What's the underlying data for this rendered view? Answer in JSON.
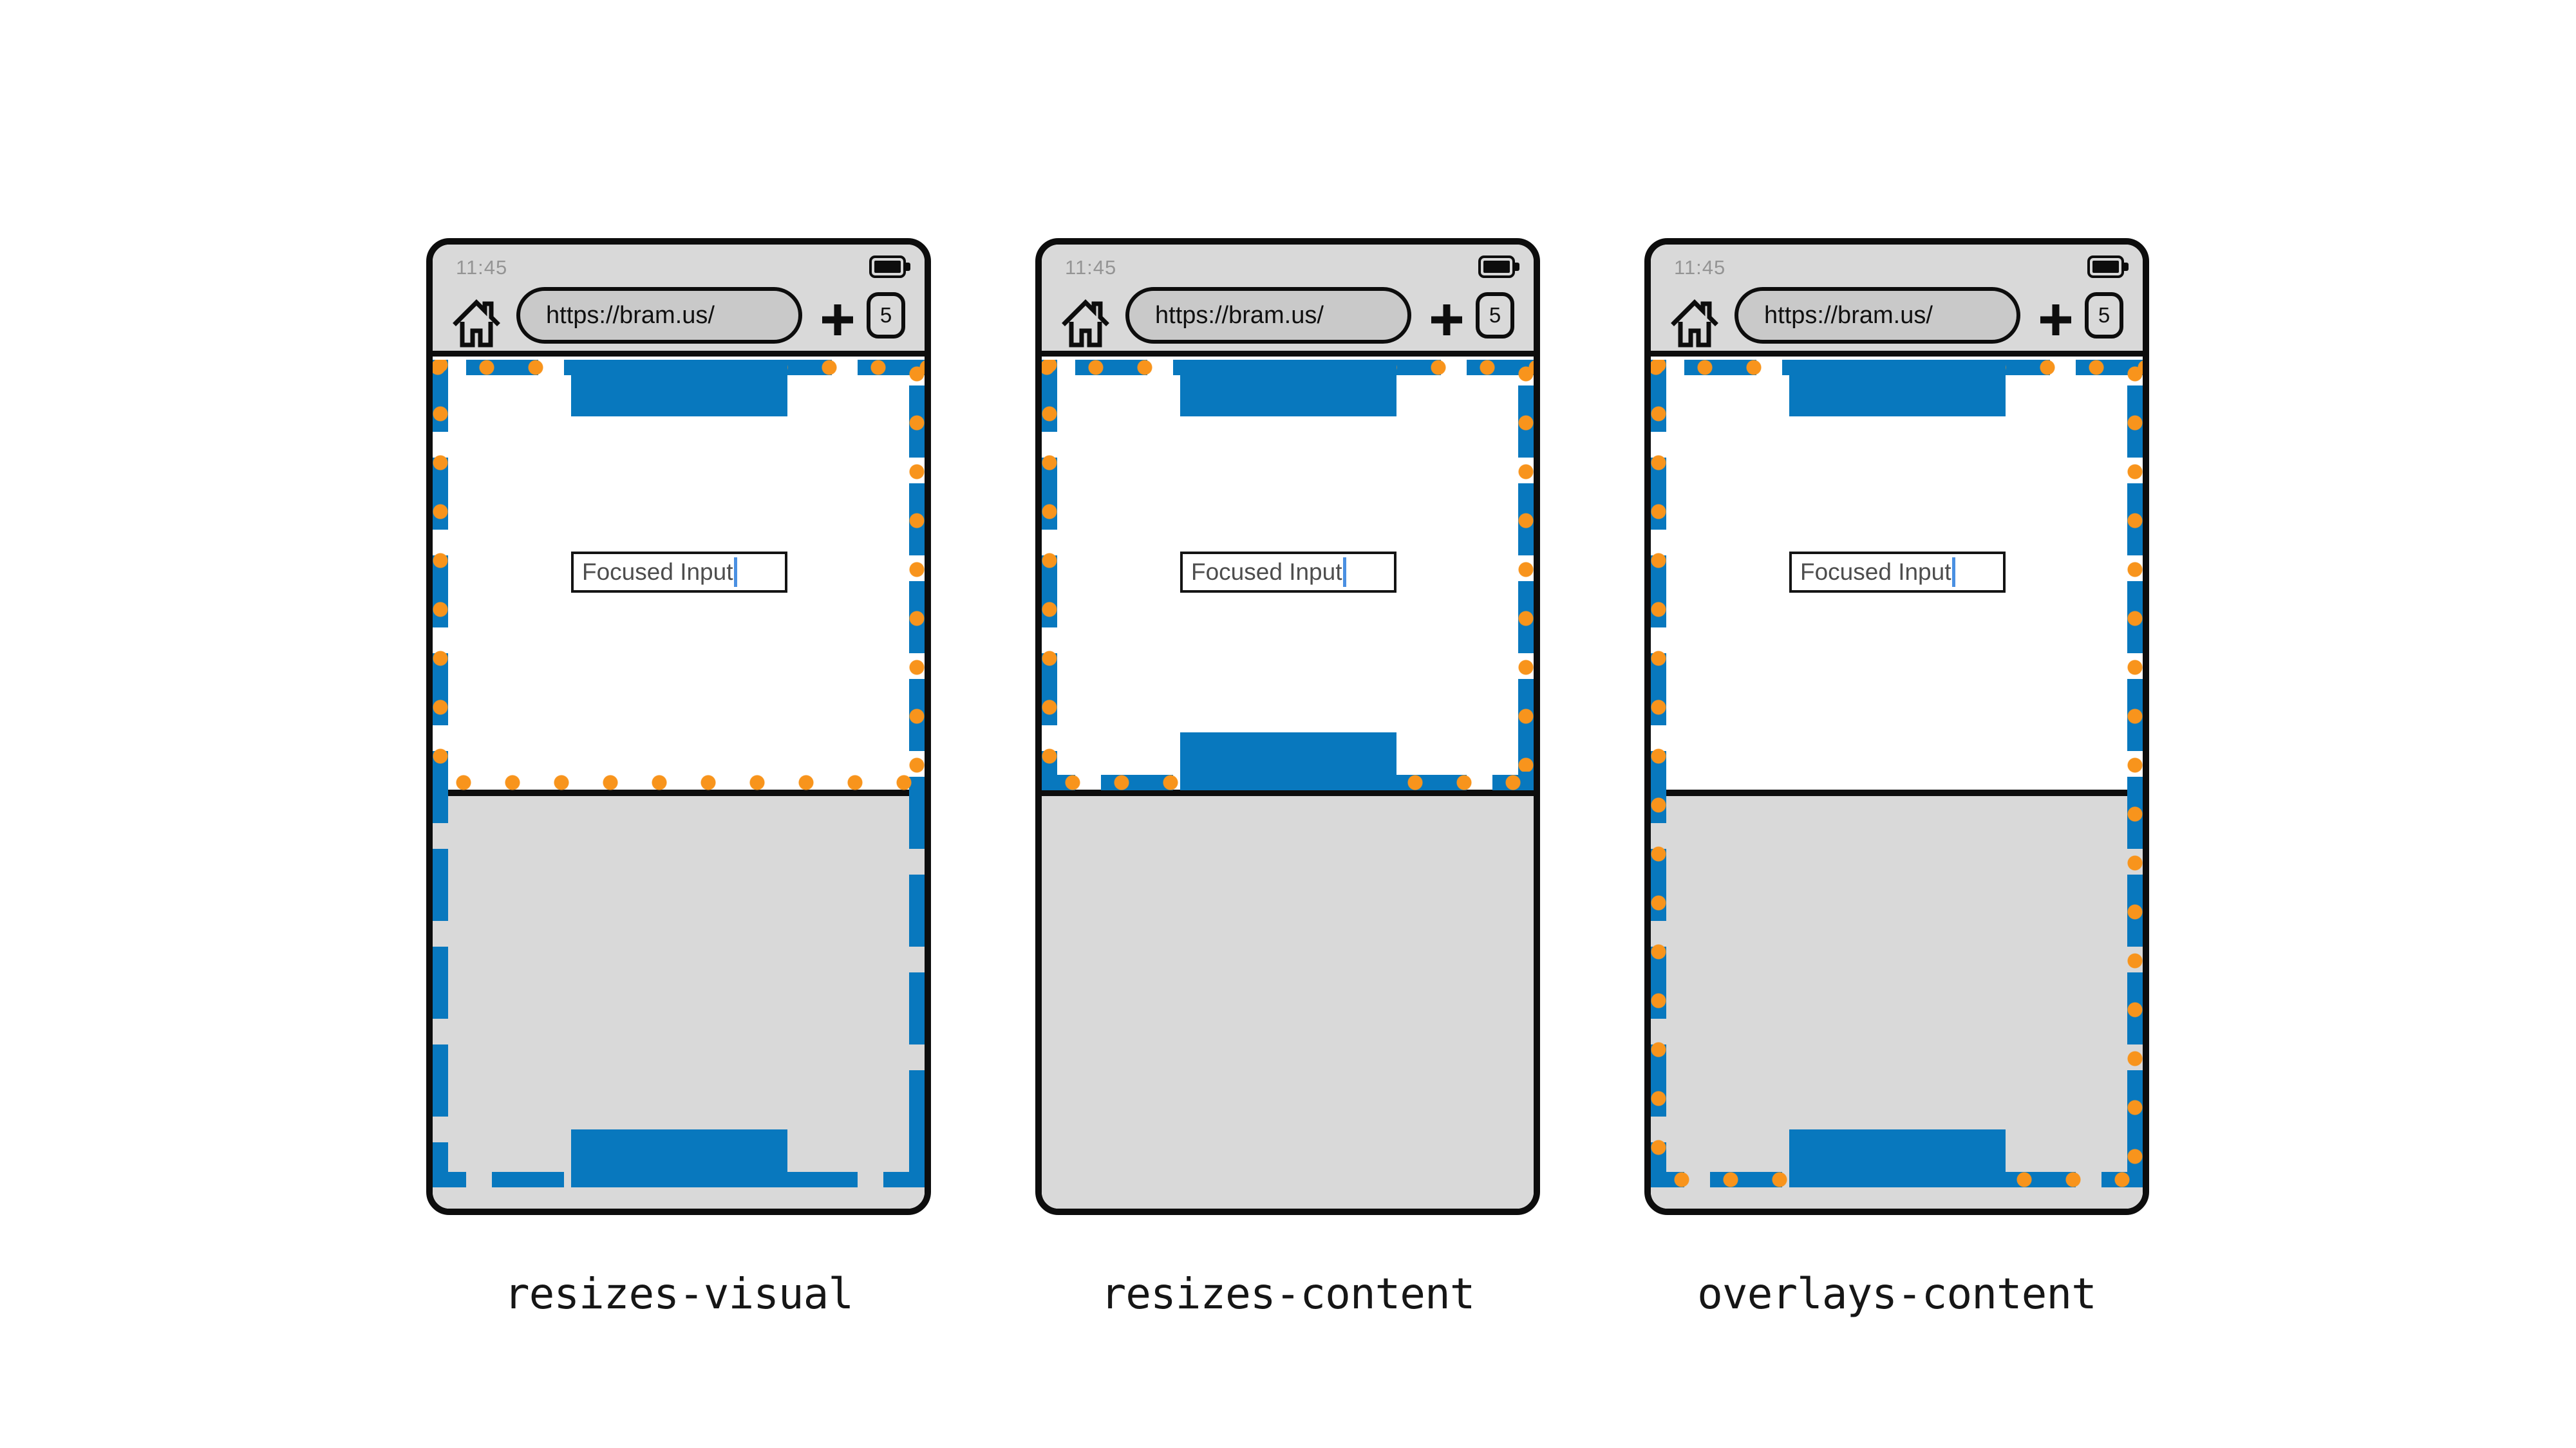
{
  "phones": [
    {
      "label": "resizes-visual",
      "status_bar": {
        "time": "11:45",
        "battery_icon": "battery-full-icon"
      },
      "browser_bar": {
        "home_icon": "home-icon",
        "url": "https://bram.us/",
        "new_tab_icon": "plus-icon",
        "tab_count": "5"
      },
      "page": {
        "focused_input_value": "Focused Input"
      },
      "keyboard_visible": true,
      "viewports": {
        "layout_viewport_border": "full-height-behind-keyboard",
        "visual_viewport_dots": "ends-above-keyboard"
      }
    },
    {
      "label": "resizes-content",
      "status_bar": {
        "time": "11:45",
        "battery_icon": "battery-full-icon"
      },
      "browser_bar": {
        "home_icon": "home-icon",
        "url": "https://bram.us/",
        "new_tab_icon": "plus-icon",
        "tab_count": "5"
      },
      "page": {
        "focused_input_value": "Focused Input"
      },
      "keyboard_visible": true,
      "viewports": {
        "layout_viewport_border": "ends-above-keyboard",
        "visual_viewport_dots": "ends-above-keyboard"
      }
    },
    {
      "label": "overlays-content",
      "status_bar": {
        "time": "11:45",
        "battery_icon": "battery-full-icon"
      },
      "browser_bar": {
        "home_icon": "home-icon",
        "url": "https://bram.us/",
        "new_tab_icon": "plus-icon",
        "tab_count": "5"
      },
      "page": {
        "focused_input_value": "Focused Input"
      },
      "keyboard_visible": true,
      "viewports": {
        "layout_viewport_border": "full-height-behind-keyboard",
        "visual_viewport_dots": "full-height-behind-keyboard"
      }
    }
  ],
  "colors": {
    "layout_viewport_blue": "#0878BE",
    "visual_viewport_orange": "#F8941C",
    "status_bar_gray": "#D9D9D9",
    "url_pill_gray": "#C9C9C9",
    "keyboard_gray": "#D9D9D9"
  }
}
